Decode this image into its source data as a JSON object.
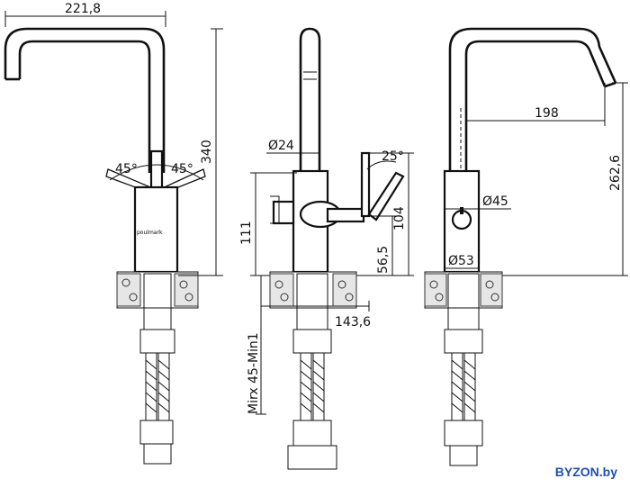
{
  "dimensions": {
    "front_width": "221,8",
    "front_height": "340",
    "angle_left": "45°",
    "angle_right": "45°",
    "side_diameter_spout": "Ø24",
    "side_angle": "25°",
    "side_height_left": "111",
    "side_height_right": "104",
    "side_small": "56,5",
    "side_depth": "143,6",
    "side_mount": "Mirx 45-Min1",
    "rear_reach": "198",
    "rear_height": "262,6",
    "rear_d_top": "Ø45",
    "rear_d_base": "Ø53"
  },
  "brand_on_body": "poulmark",
  "watermark": "BYZON.by",
  "colors": {
    "line": "#111111",
    "watermark": "#1f4fb3"
  }
}
